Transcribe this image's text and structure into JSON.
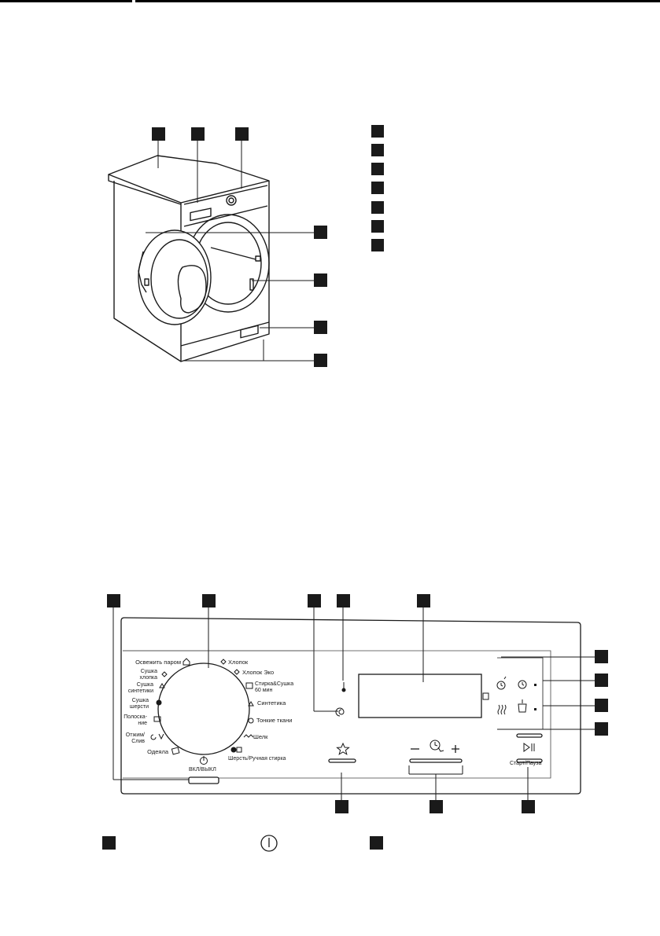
{
  "top_rule": true,
  "machine_diagram": {
    "callout_count": 7,
    "legend_rows": 7
  },
  "panel": {
    "programs_left": [
      {
        "label": "Освежить паром"
      },
      {
        "label": "Сушка\nхлопка"
      },
      {
        "label": "Сушка\nсинтетики"
      },
      {
        "label": "Сушка\nшерсти"
      },
      {
        "label": "Полоска-\nние"
      },
      {
        "label": "Отжим/\nСлив"
      },
      {
        "label": "Одеяла"
      }
    ],
    "programs_right": [
      {
        "label": "Хлопок"
      },
      {
        "label": "Хлопок Эко"
      },
      {
        "label": "Стирка&Сушка\n60 мин"
      },
      {
        "label": "Синтетика"
      },
      {
        "label": "Тонкие ткани"
      },
      {
        "label": "Шелк"
      },
      {
        "label": "Шерсть/Ручная стирка"
      }
    ],
    "power_label": "ВКЛ/ВЫКЛ",
    "start_label": "Старт/Пауза",
    "minus_sign": "−",
    "plus_sign": "+"
  },
  "bottom_legend": {
    "power_icon": "power-icon"
  },
  "icons": [
    "power-icon",
    "thermometer-icon",
    "spin-icon",
    "clock-icon",
    "clock-touch-icon",
    "play-pause-icon",
    "star-icon",
    "door-lock-icon",
    "steam-icon",
    "wash-icon"
  ]
}
